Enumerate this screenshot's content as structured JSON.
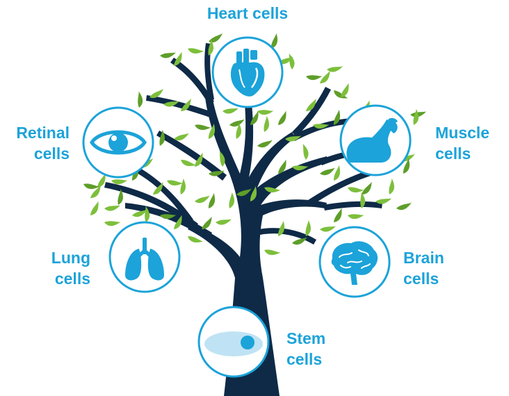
{
  "colors": {
    "accent": "#1ca3d9",
    "trunk": "#0e2a47",
    "leaf": "#7dbf3c",
    "leaf_dark": "#5e9e2a",
    "circle_fill": "#ffffff"
  },
  "nodes": [
    {
      "id": "heart",
      "icon": "heart-icon",
      "lines": [
        "Heart cells"
      ]
    },
    {
      "id": "retinal",
      "icon": "eye-icon",
      "lines": [
        "Retinal",
        "cells"
      ]
    },
    {
      "id": "muscle",
      "icon": "bicep-icon",
      "lines": [
        "Muscle",
        "cells"
      ]
    },
    {
      "id": "lung",
      "icon": "lungs-icon",
      "lines": [
        "Lung",
        "cells"
      ]
    },
    {
      "id": "brain",
      "icon": "brain-icon",
      "lines": [
        "Brain",
        "cells"
      ]
    },
    {
      "id": "stem",
      "icon": "stem-cell-icon",
      "lines": [
        "Stem",
        "cells"
      ]
    }
  ]
}
